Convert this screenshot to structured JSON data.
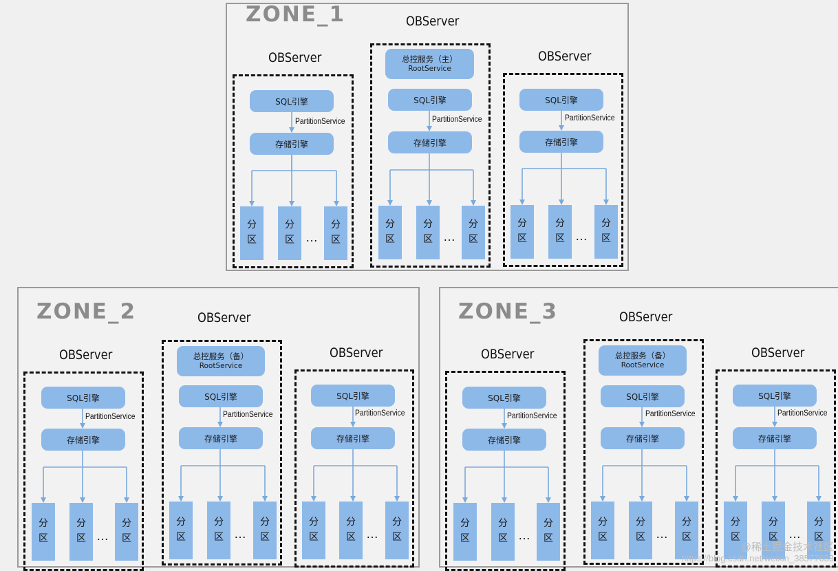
{
  "zones": [
    {
      "title": "ZONE_1",
      "servers": [
        {
          "label": "OBServer",
          "sql": "SQL引擎",
          "partition_service": "PartitionService",
          "storage": "存储引擎",
          "partition": [
            "分",
            "区"
          ],
          "ellipsis": "…"
        },
        {
          "label": "OBServer",
          "root_service": {
            "title": "总控服务（主）",
            "name": "RootService"
          },
          "sql": "SQL引擎",
          "partition_service": "PartitionService",
          "storage": "存储引擎",
          "partition": [
            "分",
            "区"
          ],
          "ellipsis": "…"
        },
        {
          "label": "OBServer",
          "sql": "SQL引擎",
          "partition_service": "PartitionService",
          "storage": "存储引擎",
          "partition": [
            "分",
            "区"
          ],
          "ellipsis": "…"
        }
      ]
    },
    {
      "title": "ZONE_2",
      "servers": [
        {
          "label": "OBServer",
          "sql": "SQL引擎",
          "partition_service": "PartitionService",
          "storage": "存储引擎",
          "partition": [
            "分",
            "区"
          ],
          "ellipsis": "…"
        },
        {
          "label": "OBServer",
          "root_service": {
            "title": "总控服务（备）",
            "name": "RootService"
          },
          "sql": "SQL引擎",
          "partition_service": "PartitionService",
          "storage": "存储引擎",
          "partition": [
            "分",
            "区"
          ],
          "ellipsis": "…"
        },
        {
          "label": "OBServer",
          "sql": "SQL引擎",
          "partition_service": "PartitionService",
          "storage": "存储引擎",
          "partition": [
            "分",
            "区"
          ],
          "ellipsis": "…"
        }
      ]
    },
    {
      "title": "ZONE_3",
      "servers": [
        {
          "label": "OBServer",
          "sql": "SQL引擎",
          "partition_service": "PartitionService",
          "storage": "存储引擎",
          "partition": [
            "分",
            "区"
          ],
          "ellipsis": "…"
        },
        {
          "label": "OBServer",
          "root_service": {
            "title": "总控服务（备）",
            "name": "RootService"
          },
          "sql": "SQL引擎",
          "partition_service": "PartitionService",
          "storage": "存储引擎",
          "partition": [
            "分",
            "区"
          ],
          "ellipsis": "…"
        },
        {
          "label": "OBServer",
          "sql": "SQL引擎",
          "partition_service": "PartitionService",
          "storage": "存储引擎",
          "partition": [
            "分",
            "区"
          ],
          "ellipsis": "…"
        }
      ]
    }
  ],
  "watermark": {
    "line1": "@稀土掘金技术社区",
    "line2": "https://blog.csdn.net/weixin_38577633"
  },
  "colors": {
    "block_fill": "#8db9e9",
    "arrow": "#7aa9dc",
    "zone_title": "#8b8b8b",
    "background": "#f0f0f0"
  }
}
